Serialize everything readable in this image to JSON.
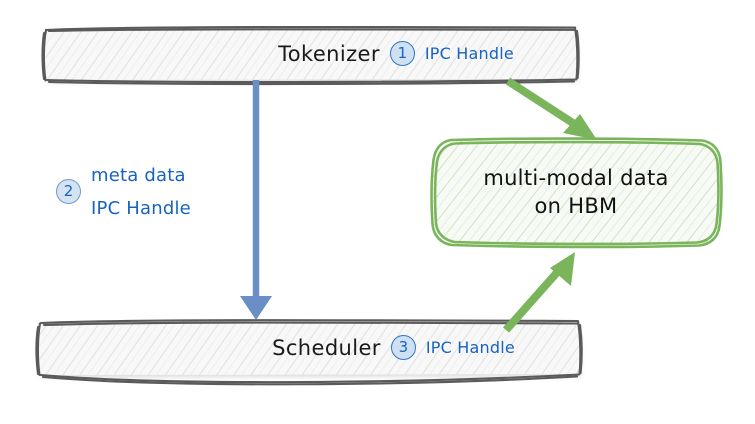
{
  "diagram": {
    "type": "architecture-flow",
    "background": "#ffffff",
    "palette": {
      "sketch_stroke": "#5a5a5a",
      "sketch_fill": "#f7f7f7",
      "green_stroke": "#7ab55c",
      "green_fill": "#f4f8f1",
      "blue_arrow": "#6a8fc4",
      "green_arrow": "#7ab55c",
      "label_blue": "#1763c0",
      "badge_fill": "#cfe0f3",
      "badge_stroke": "#2f76c4",
      "text_dark": "#1a1a1a"
    },
    "nodes": [
      {
        "id": "tokenizer",
        "title": "Tokenizer",
        "badge": "1",
        "annotation": "IPC Handle",
        "style": "sketch-box"
      },
      {
        "id": "scheduler",
        "title": "Scheduler",
        "badge": "3",
        "annotation": "IPC Handle",
        "style": "sketch-box"
      },
      {
        "id": "hbm",
        "line1": "multi-modal data",
        "line2": "on HBM",
        "style": "green-rounded-box"
      }
    ],
    "edges": [
      {
        "id": "tokenizer-to-scheduler",
        "from": "tokenizer",
        "to": "scheduler",
        "color": "blue",
        "badge": "2",
        "label_line1": "meta data",
        "label_line2": "IPC Handle"
      },
      {
        "id": "tokenizer-to-hbm",
        "from": "tokenizer",
        "to": "hbm",
        "color": "green",
        "label": ""
      },
      {
        "id": "scheduler-to-hbm",
        "from": "scheduler",
        "to": "hbm",
        "color": "green",
        "label": ""
      }
    ]
  }
}
